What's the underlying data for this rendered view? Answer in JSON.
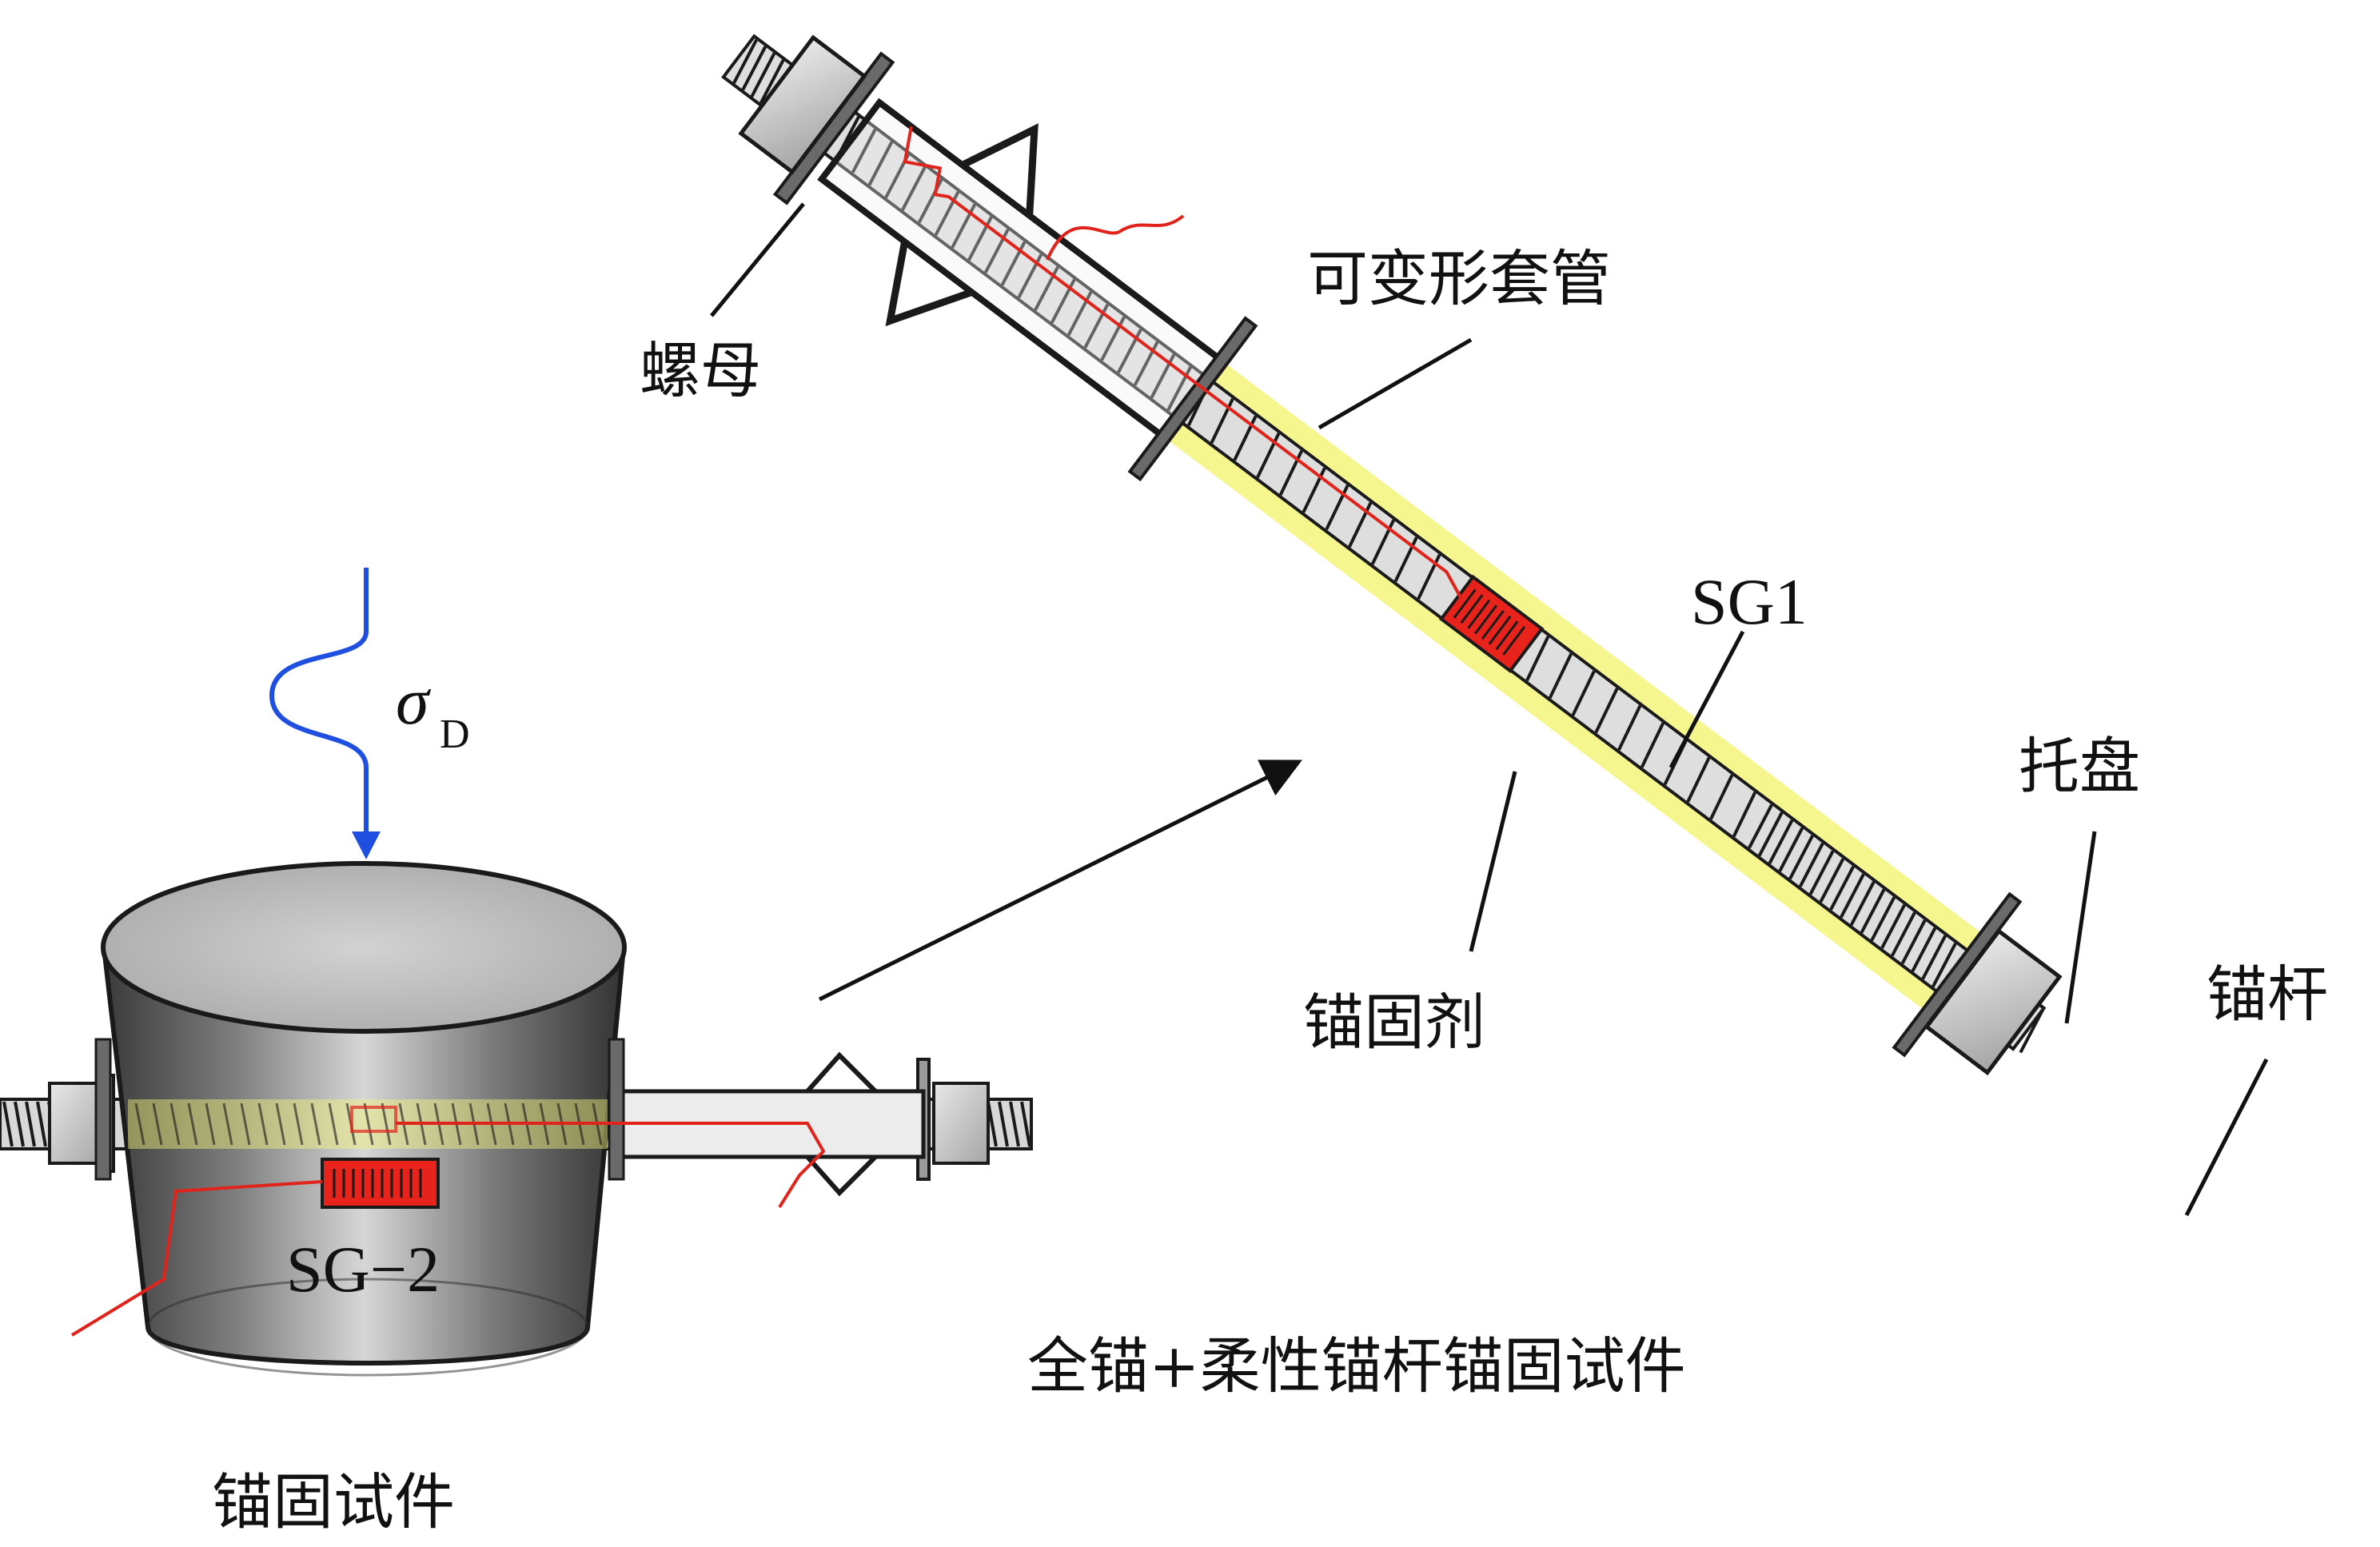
{
  "labels": {
    "nut": "螺母",
    "sleeve": "可变形套管",
    "sg1": "SG1",
    "tray": "托盘",
    "bolt": "锚杆",
    "grout": "锚固剂",
    "sigma": "σ",
    "sigma_sub": "D",
    "sg2": "SG−2",
    "specimen_caption": "锚固试件",
    "full_caption": "全锚+柔性锚杆锚固试件"
  },
  "colors": {
    "grout": "#f3f57a",
    "strain_gauge": "#e8231b",
    "wire": "#e0231b",
    "load_arrow": "#1e4fe0",
    "steel": "#c9c9c9",
    "outline": "#1a1a1a",
    "cylinder_top": "#c4c4c4"
  },
  "icons": {
    "load_arrow": "wavy-down-arrow-icon",
    "transfer_arrow": "diagonal-arrow-icon"
  }
}
